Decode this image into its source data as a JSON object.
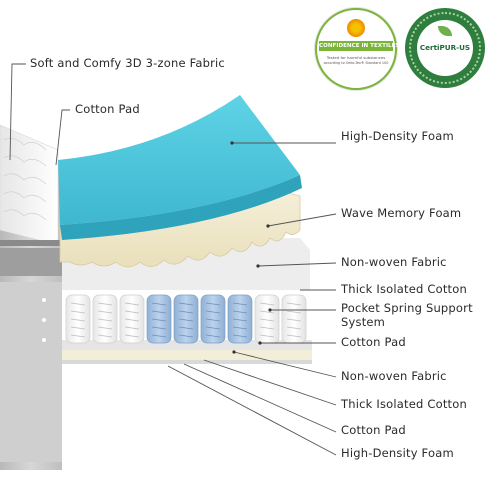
{
  "badges": {
    "oeko": {
      "title": "CONFIDENCE IN TEXTILES",
      "line1": "Tested for harmful substances",
      "line2": "according to Oeko-Tex® Standard 100"
    },
    "certipur": {
      "logo": "CertiPUR-US",
      "ring_text": "FLEXIBLE POLYURETHANE FOAM ... WWW.CERTIPUR.US"
    }
  },
  "labels": [
    {
      "id": "fabric",
      "text": "Soft and Comfy 3D 3-zone Fabric"
    },
    {
      "id": "cotton-pad-top",
      "text": "Cotton Pad"
    },
    {
      "id": "hd-foam-top",
      "text": "High-Density Foam"
    },
    {
      "id": "wave-foam",
      "text": "Wave Memory Foam"
    },
    {
      "id": "nonwoven-top",
      "text": "Non-woven Fabric"
    },
    {
      "id": "thick-cotton-top",
      "text": "Thick Isolated Cotton"
    },
    {
      "id": "pocket-spring-1",
      "text": "Pocket Spring Support"
    },
    {
      "id": "pocket-spring-2",
      "text": "System"
    },
    {
      "id": "cotton-pad-mid",
      "text": "Cotton Pad"
    },
    {
      "id": "nonwoven-bottom",
      "text": "Non-woven Fabric"
    },
    {
      "id": "thick-cotton-bottom",
      "text": "Thick Isolated Cotton"
    },
    {
      "id": "cotton-pad-bottom",
      "text": "Cotton Pad"
    },
    {
      "id": "hd-foam-bottom",
      "text": "High-Density Foam"
    }
  ],
  "colors": {
    "foam": "#4fc9dc",
    "memory_foam": "#f1ead0",
    "spring_white": "#f7f7f7",
    "spring_blue": "#a9c4e2",
    "quilt": "#f3f3f3",
    "side_gray": "#c9c9c9",
    "oeko_green": "#7ab53a",
    "certipur_green": "#2f7e3e"
  }
}
